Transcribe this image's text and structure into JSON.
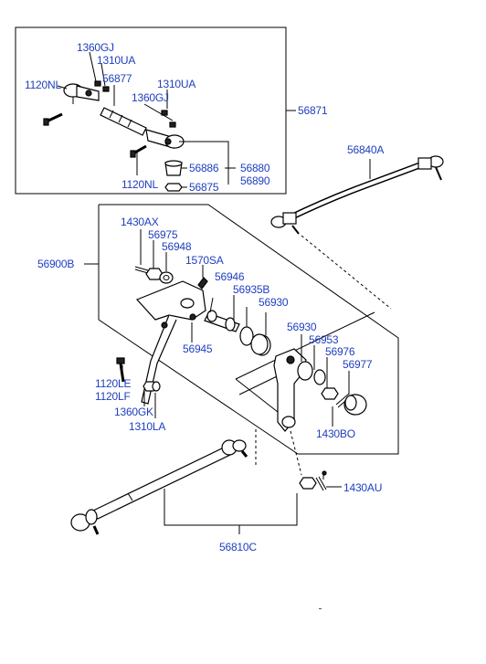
{
  "colors": {
    "label": "#1f3fbf",
    "line": "#000000",
    "background": "#ffffff"
  },
  "labels": {
    "p1360gj_a": "1360GJ",
    "p1310ua_a": "1310UA",
    "p1120nl_a": "1120NL",
    "p56877": "56877",
    "p1310ua_b": "1310UA",
    "p1360gj_b": "1360GJ",
    "p56871": "56871",
    "p56886": "56886",
    "p56880": "56880",
    "p56890": "56890",
    "p1120nl_b": "1120NL",
    "p56875": "56875",
    "p56840a": "56840A",
    "p1430ax": "1430AX",
    "p56975": "56975",
    "p56948": "56948",
    "p56900b": "56900B",
    "p1570sa": "1570SA",
    "p56946": "56946",
    "p56935b": "56935B",
    "p56930_a": "56930",
    "p56945": "56945",
    "p56930_b": "56930",
    "p56953": "56953",
    "p56976": "56976",
    "p56977": "56977",
    "p1120le": "1120LE",
    "p1120lf": "1120LF",
    "p1360gk": "1360GK",
    "p1310la": "1310LA",
    "p1430bo": "1430BO",
    "p1430au": "1430AU",
    "p56810c": "56810C"
  }
}
